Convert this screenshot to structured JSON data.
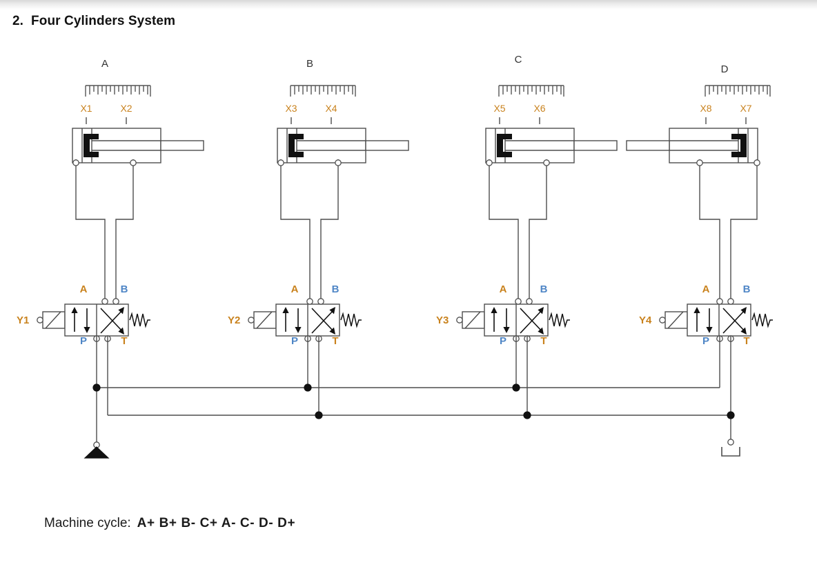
{
  "page": {
    "title_number": "2.",
    "title_text": "Four Cylinders System",
    "cycle_label": "Machine cycle:",
    "cycle_sequence": "A+ B+ B- C+ A- C- D- D+"
  },
  "colors": {
    "line": "#4d4d4d",
    "dark": "#1a1a1a",
    "sensor_label": "#c9821d",
    "port_a": "#c9821d",
    "port_b": "#4f86c6",
    "port_p": "#4f86c6",
    "port_t": "#c9821d",
    "cylinder_label": "#333333",
    "background": "#ffffff"
  },
  "cylinders": [
    {
      "name": "A",
      "label": "A",
      "orientation": "rod-right",
      "sensors": [
        {
          "name": "X1",
          "label": "X1",
          "position": "left"
        },
        {
          "name": "X2",
          "label": "X2",
          "position": "right"
        }
      ],
      "ports": [
        "cap-end",
        "rod-end"
      ],
      "scale_icon": "measuring-scale-icon"
    },
    {
      "name": "B",
      "label": "B",
      "orientation": "rod-right",
      "sensors": [
        {
          "name": "X3",
          "label": "X3",
          "position": "left"
        },
        {
          "name": "X4",
          "label": "X4",
          "position": "right"
        }
      ],
      "ports": [
        "cap-end",
        "rod-end"
      ],
      "scale_icon": "measuring-scale-icon"
    },
    {
      "name": "C",
      "label": "C",
      "orientation": "rod-right",
      "sensors": [
        {
          "name": "X5",
          "label": "X5",
          "position": "left"
        },
        {
          "name": "X6",
          "label": "X6",
          "position": "right"
        }
      ],
      "ports": [
        "cap-end",
        "rod-end"
      ],
      "scale_icon": "measuring-scale-icon"
    },
    {
      "name": "D",
      "label": "D",
      "orientation": "rod-left",
      "sensors": [
        {
          "name": "X8",
          "label": "X8",
          "position": "left"
        },
        {
          "name": "X7",
          "label": "X7",
          "position": "right"
        }
      ],
      "ports": [
        "rod-end",
        "cap-end"
      ],
      "scale_icon": "measuring-scale-icon"
    }
  ],
  "valves": [
    {
      "name": "valve-1",
      "solenoid": "Y1",
      "type": "4/2 directional control valve",
      "actuator_left": "solenoid",
      "actuator_right": "spring",
      "ports": {
        "a": "A",
        "b": "B",
        "p": "P",
        "t": "T"
      }
    },
    {
      "name": "valve-2",
      "solenoid": "Y2",
      "type": "4/2 directional control valve",
      "actuator_left": "solenoid",
      "actuator_right": "spring",
      "ports": {
        "a": "A",
        "b": "B",
        "p": "P",
        "t": "T"
      }
    },
    {
      "name": "valve-3",
      "solenoid": "Y3",
      "type": "4/2 directional control valve",
      "actuator_left": "solenoid",
      "actuator_right": "spring",
      "ports": {
        "a": "A",
        "b": "B",
        "p": "P",
        "t": "T"
      }
    },
    {
      "name": "valve-4",
      "solenoid": "Y4",
      "type": "4/2 directional control valve",
      "actuator_left": "solenoid",
      "actuator_right": "spring",
      "ports": {
        "a": "A",
        "b": "B",
        "p": "P",
        "t": "T"
      }
    }
  ],
  "supply": {
    "pressure_source_icon": "pressure-source-triangle-icon",
    "tank_icon": "tank-reservoir-icon"
  }
}
